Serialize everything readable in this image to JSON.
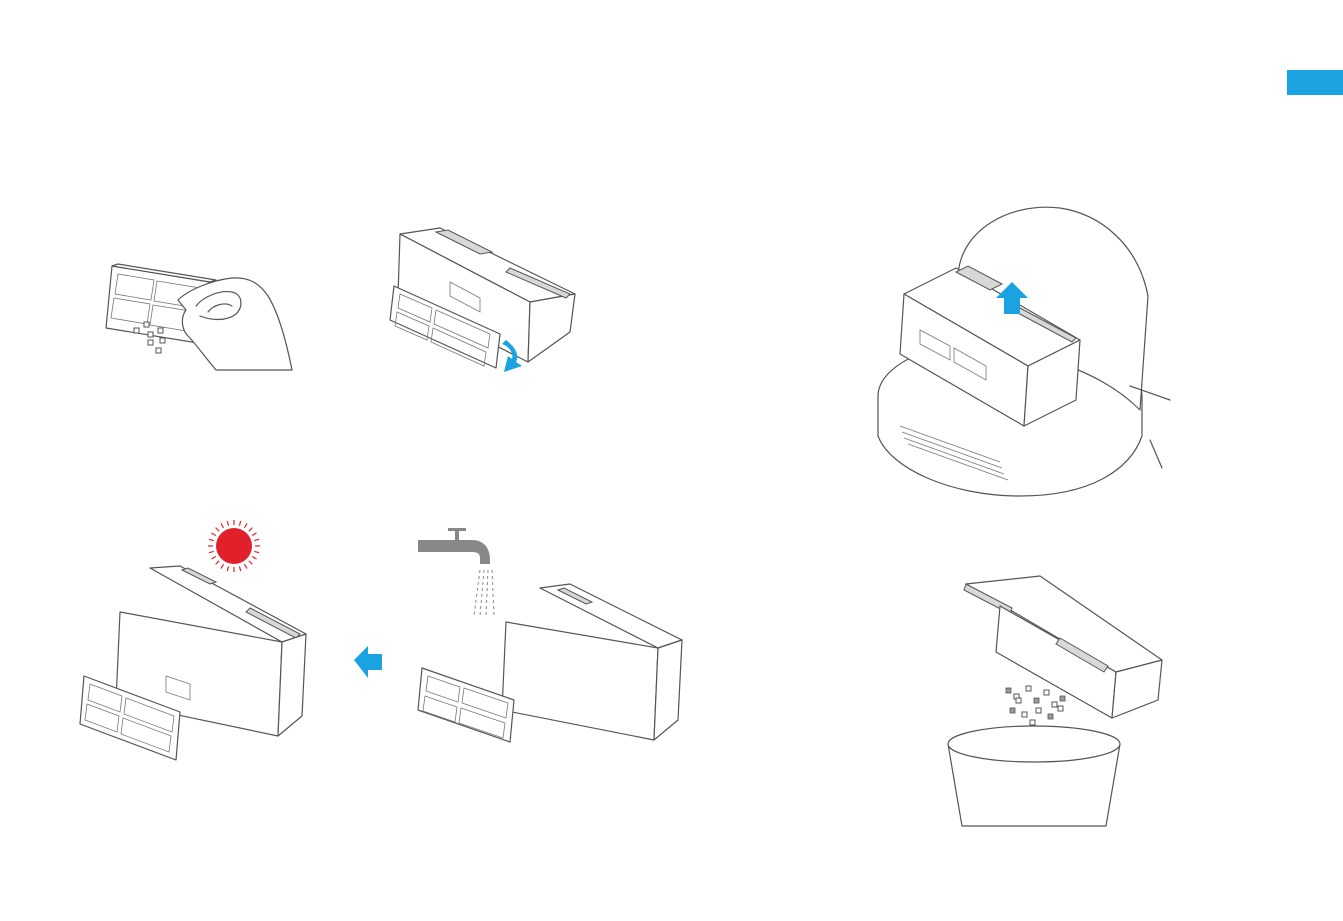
{
  "page": {
    "language_tab": {
      "label": "",
      "color": "#1aa3e0"
    },
    "accent_color": "#1aa3e0",
    "sun_color": "#e0202a",
    "illustrations": [
      {
        "id": "tap-filter",
        "icon": "hand-tapping-filter-icon"
      },
      {
        "id": "remove-filter",
        "icon": "filter-removal-icon"
      },
      {
        "id": "dry-in-sun",
        "icon": "sun-icon"
      },
      {
        "id": "rinse-under-tap",
        "icon": "water-tap-icon"
      },
      {
        "id": "lift-dustbin",
        "icon": "robot-vacuum-icon"
      },
      {
        "id": "empty-dustbin",
        "icon": "trash-bin-icon"
      }
    ]
  }
}
